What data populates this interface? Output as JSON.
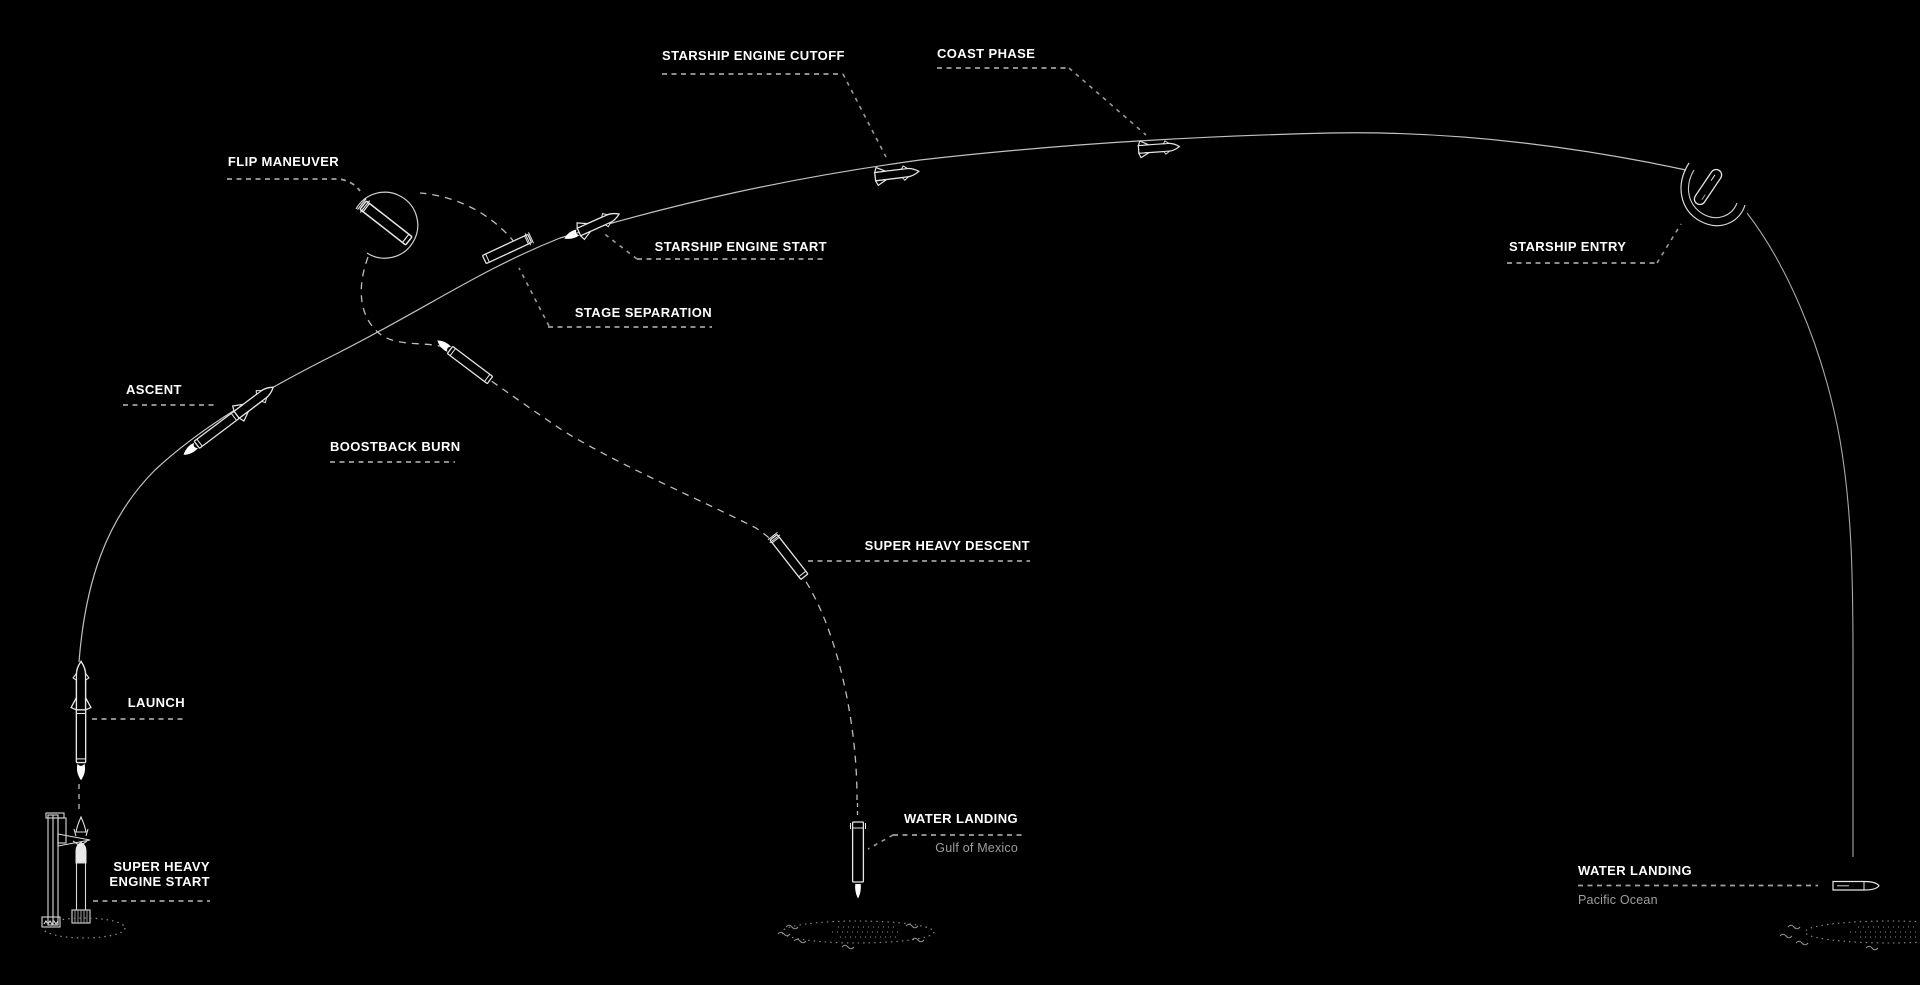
{
  "colors": {
    "background": "#000000",
    "label": "#ffffff",
    "sublabel": "#9e9e9e",
    "trajectory": "#c2c2c2",
    "dashed_path": "#bdbdbd",
    "leader": "#9a9a9a",
    "icon_stroke": "#e6e6e6",
    "flame_fill": "#ffffff",
    "splash": "#8f8f8f"
  },
  "labels": {
    "launch": {
      "title": "LAUNCH"
    },
    "super_heavy_engine_start": {
      "title_line1": "SUPER HEAVY",
      "title_line2": "ENGINE START"
    },
    "ascent": {
      "title": "ASCENT"
    },
    "flip_maneuver": {
      "title": "FLIP MANEUVER"
    },
    "boostback_burn": {
      "title": "BOOSTBACK BURN"
    },
    "stage_separation": {
      "title": "STAGE SEPARATION"
    },
    "starship_engine_start": {
      "title": "STARSHIP ENGINE START"
    },
    "starship_engine_cutoff": {
      "title": "STARSHIP ENGINE CUTOFF"
    },
    "coast_phase": {
      "title": "COAST PHASE"
    },
    "super_heavy_descent": {
      "title": "SUPER HEAVY DESCENT"
    },
    "water_landing_gulf": {
      "title": "WATER LANDING",
      "subtitle": "Gulf of Mexico"
    },
    "starship_entry": {
      "title": "STARSHIP ENTRY"
    },
    "water_landing_pacific": {
      "title": "WATER LANDING",
      "subtitle": "Pacific Ocean"
    }
  },
  "icons": [
    "launch-tower-icon",
    "rocket-stack-icon",
    "booster-icon",
    "starship-icon",
    "flame-icon",
    "flip-loop-icon",
    "entry-glow-icon",
    "floating-starship-icon",
    "splash-icon",
    "wave-icon"
  ]
}
